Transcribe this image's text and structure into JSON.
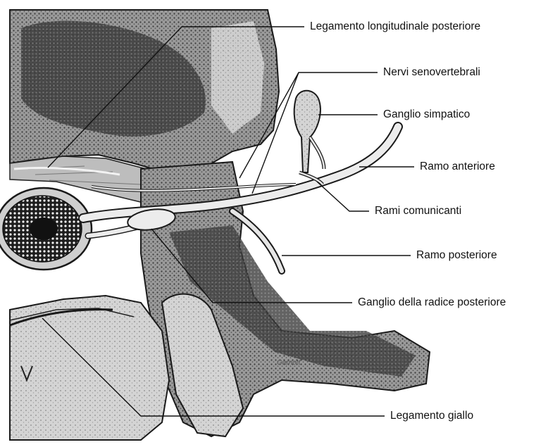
{
  "labels": {
    "legamento_longitudinale_posteriore": "Legamento longitudinale posteriore",
    "nervi_senovertebrali": "Nervi senovertebrali",
    "ganglio_simpatico": "Ganglio simpatico",
    "ramo_anteriore": "Ramo anteriore",
    "rami_comunicanti": "Rami comunicanti",
    "ramo_posteriore": "Ramo posteriore",
    "ganglio_della_radice_posteriore": "Ganglio della radice posteriore",
    "legamento_giallo": "Legamento giallo"
  },
  "signature": "Garnott",
  "colors": {
    "bone_dark": "#2e2e2e",
    "bone_mid": "#7a7a7a",
    "bone_light": "#c9c9c9",
    "nerve": "#e6e6e6",
    "leader": "#111111"
  }
}
